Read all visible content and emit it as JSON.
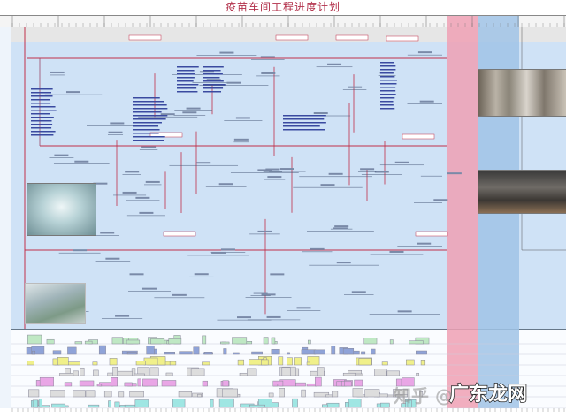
{
  "title": "疫苗车间工程进度计划",
  "watermark": {
    "platform": "知乎 @",
    "site": "广东龙网"
  },
  "colors": {
    "critical_path": "#c0304a",
    "network_bg": "#cfe2f6",
    "highlight_band_pink": "#eea0b4",
    "highlight_band_blue": "#a0c3e6"
  },
  "photos": [
    "construction-interior-photo",
    "pipe-gallery-photo",
    "clean-corridor-photo",
    "aerial-site-render"
  ],
  "resource_rows": [
    {
      "color": "#bfe8c4"
    },
    {
      "color": "#8fa3d8"
    },
    {
      "color": "#f0f08a"
    },
    {
      "color": "#dddddd"
    },
    {
      "color": "#e9a6e6"
    },
    {
      "color": "#dddddd"
    },
    {
      "color": "#9fe6e3"
    }
  ]
}
